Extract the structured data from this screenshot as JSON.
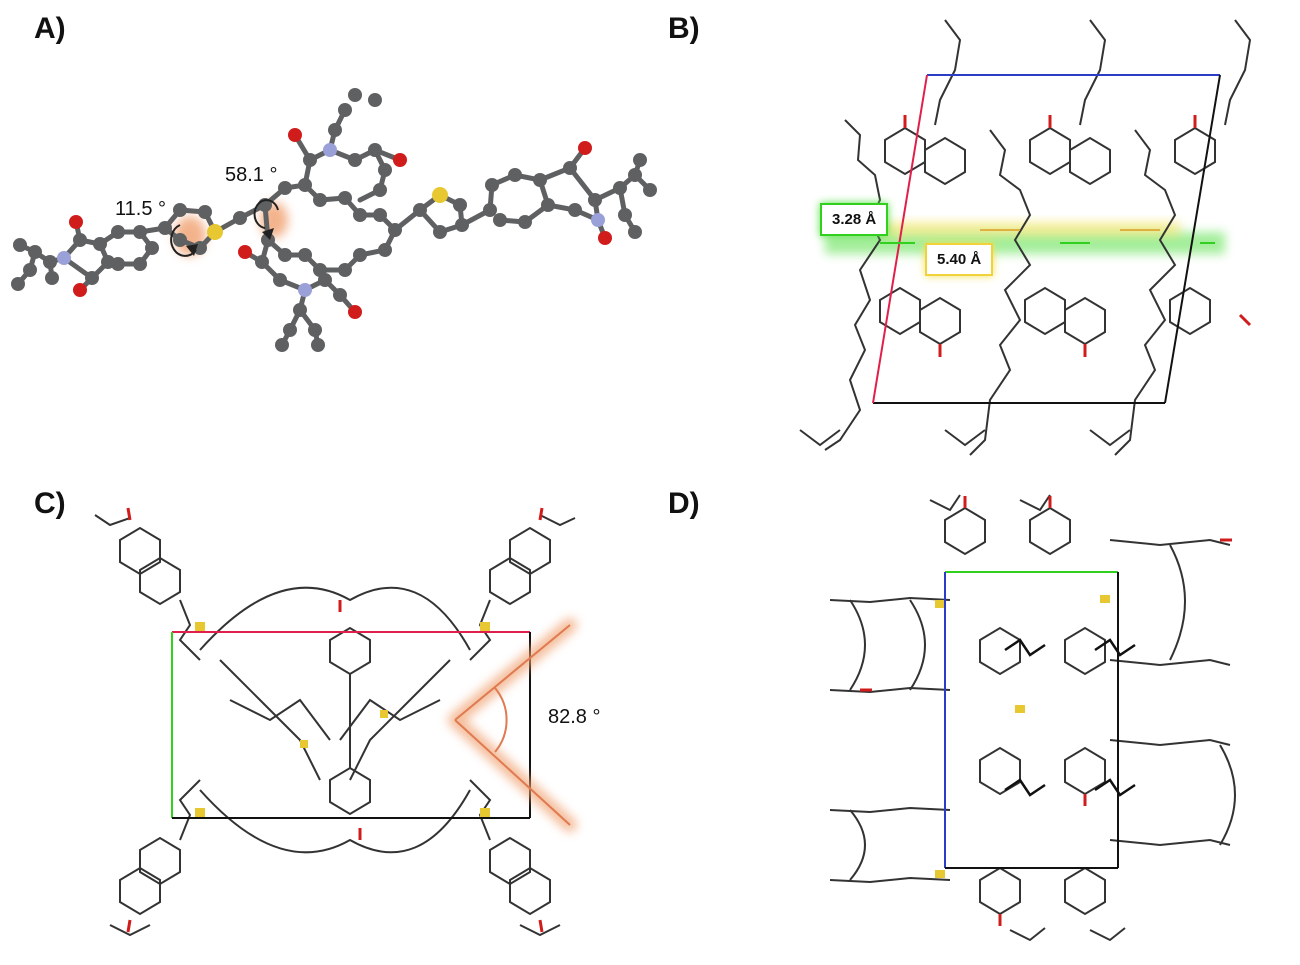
{
  "panels": {
    "a": {
      "label": "A)",
      "angles": [
        "11.5 °",
        "58.1 °"
      ]
    },
    "b": {
      "label": "B)",
      "distances": [
        "3.28 Å",
        "5.40 Å"
      ]
    },
    "c": {
      "label": "C)",
      "angle": "82.8 °"
    },
    "d": {
      "label": "D)"
    }
  },
  "colors": {
    "carbon": "#5f6062",
    "oxygen": "#d11c1c",
    "nitrogen": "#9aa0d8",
    "sulfur": "#e8c830",
    "cell_red": "#e0204a",
    "cell_blue": "#2a3cc8",
    "cell_green": "#31d01f",
    "cell_black": "#111111",
    "glow_orange": "#f0a070",
    "glow_green": "#59e04a",
    "glow_yellow": "#f2e25a"
  }
}
